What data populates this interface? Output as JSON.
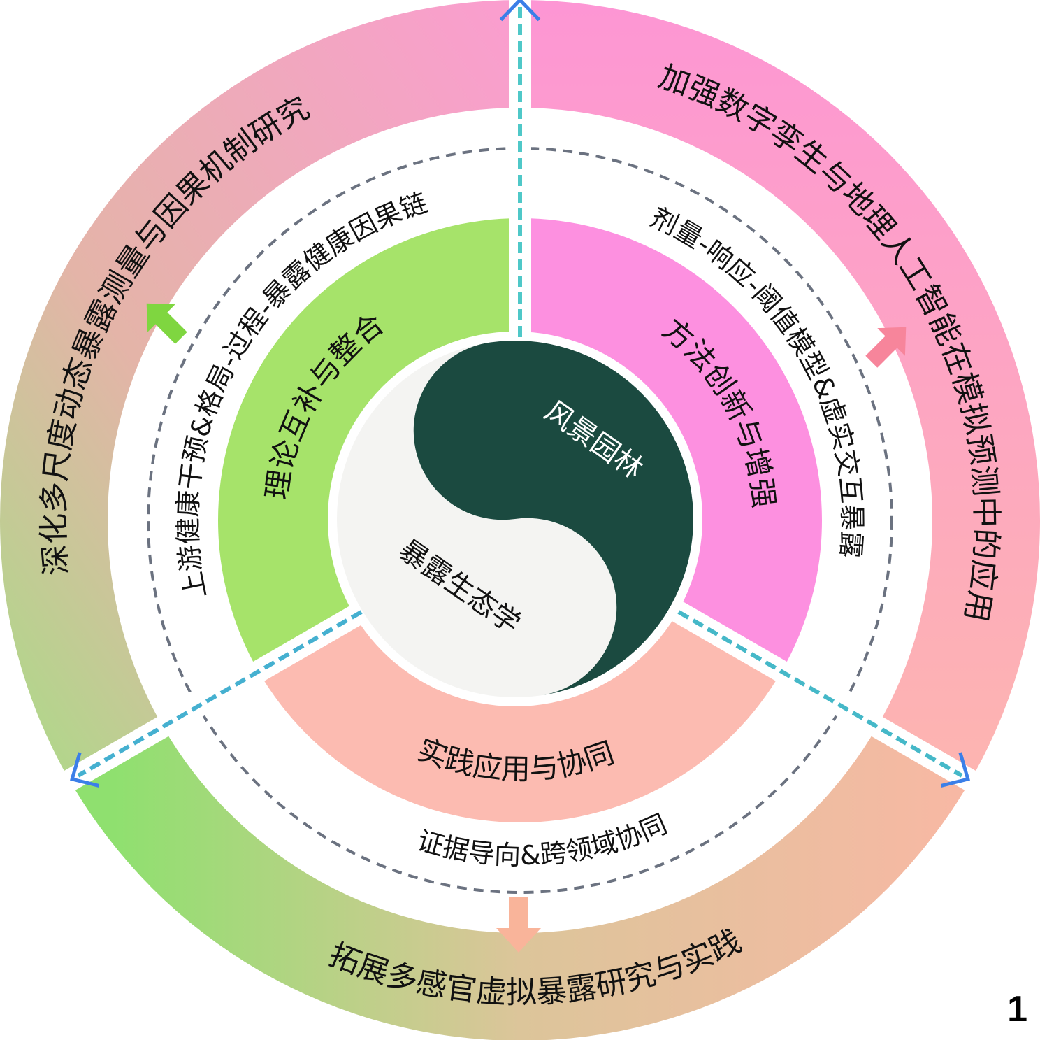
{
  "outer_ring": {
    "upper_left": "深化多尺度动态暴露测量与因果机制研究",
    "upper_right": "加强数字孪生与地理人工智能在模拟预测中的应用",
    "bottom": "拓展多感官虚拟暴露研究与实践"
  },
  "middle_ring": {
    "left": "上游健康干预&格局-过程-暴露健康因果链",
    "right": "剂量-响应-阈值模型&虚实交互暴露",
    "bottom": "证据导向&跨领域协同"
  },
  "inner_ring": {
    "left": "理论互补与整合",
    "right": "方法创新与增强",
    "bottom": "实践应用与协同"
  },
  "core": {
    "dark": "风景园林",
    "light": "暴露生态学"
  },
  "colors": {
    "green": "#a6e36a",
    "pink": "#fd90e0",
    "salmon": "#fcbbb1",
    "dark_green": "#1b4a40",
    "light_core": "#f4f4f2",
    "arrow_teal": "#4fdab0",
    "arrow_blue": "#3b7fe8"
  },
  "page_number": "1"
}
